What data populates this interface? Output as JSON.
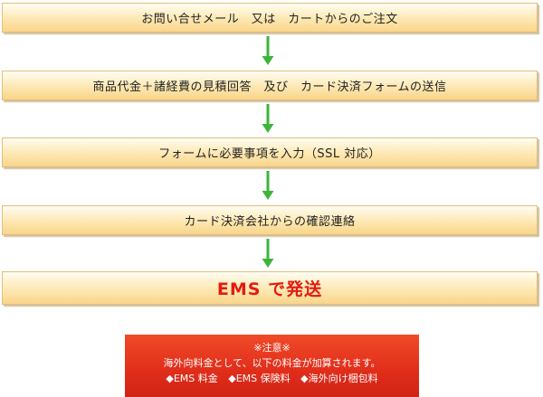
{
  "steps": [
    "お問い合せメール　又は　カートからのご注文",
    "商品代金＋諸経費の見積回答　及び　カード決済フォームの送信",
    "フォームに必要事項を入力（SSL 対応）",
    "カード決済会社からの確認連絡",
    "EMS で発送"
  ],
  "note": {
    "title": "※注意※",
    "text": "海外向料金として、以下の料金が加算されます。",
    "items": [
      "◆EMS 料金",
      "◆EMS 保険料",
      "◆海外向け梱包料"
    ]
  },
  "colors": {
    "step_fill": "#fde8b2",
    "step_border": "#e2bd7c",
    "arrow": "#3db53a",
    "final_text": "#e51a0e",
    "note_fill": "#e02d1a"
  },
  "icons": {
    "connector": "down-arrow-icon"
  }
}
